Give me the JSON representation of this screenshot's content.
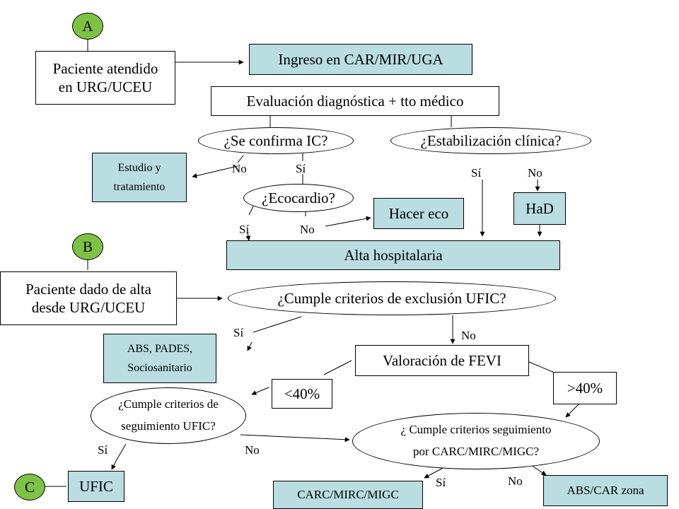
{
  "colors": {
    "teal": "#b9dde0",
    "green": "#7dc243",
    "line": "#000000"
  },
  "markers": {
    "a": "A",
    "b": "B",
    "c": "C"
  },
  "nodes": {
    "paciente_urg": "Paciente atendido\nen URG/UCEU",
    "ingreso": "Ingreso en CAR/MIR/UGA",
    "evaluacion": "Evaluación diagnóstica + tto médico",
    "confirma_ic": "¿Se confirma IC?",
    "estabilizacion": "¿Estabilización clínica?",
    "estudio": "Estudio y\ntratamiento",
    "ecocardio": "¿Ecocardio?",
    "hacer_eco": "Hacer eco",
    "had": "HaD",
    "alta": "Alta hospitalaria",
    "paciente_alta": "Paciente dado de alta\ndesde URG/UCEU",
    "exclusion": "¿Cumple criterios de exclusión UFIC?",
    "abs_pades": "ABS, PADES,\nSociosanitario",
    "fevi": "Valoración de FEVI",
    "menor40": "<40%",
    "mayor40": ">40%",
    "seguimiento_ufic": "¿Cumple criterios de\nseguimiento UFIC?",
    "seguimiento_carc": "¿ Cumple criterios seguimiento\npor CARC/MIRC/MIGC?",
    "ufic": "UFIC",
    "carc": "CARC/MIRC/MIGC",
    "abs_car": "ABS/CAR zona"
  },
  "edge_labels": {
    "ic_no": "No",
    "ic_si": "Sí",
    "estab_si": "Sí",
    "estab_no": "No",
    "eco_si": "Sí",
    "eco_no": "No",
    "excl_si": "Sí",
    "excl_no": "No",
    "ufic_si": "Sí",
    "ufic_no": "No",
    "carc_si": "Sí",
    "carc_no": "No"
  }
}
